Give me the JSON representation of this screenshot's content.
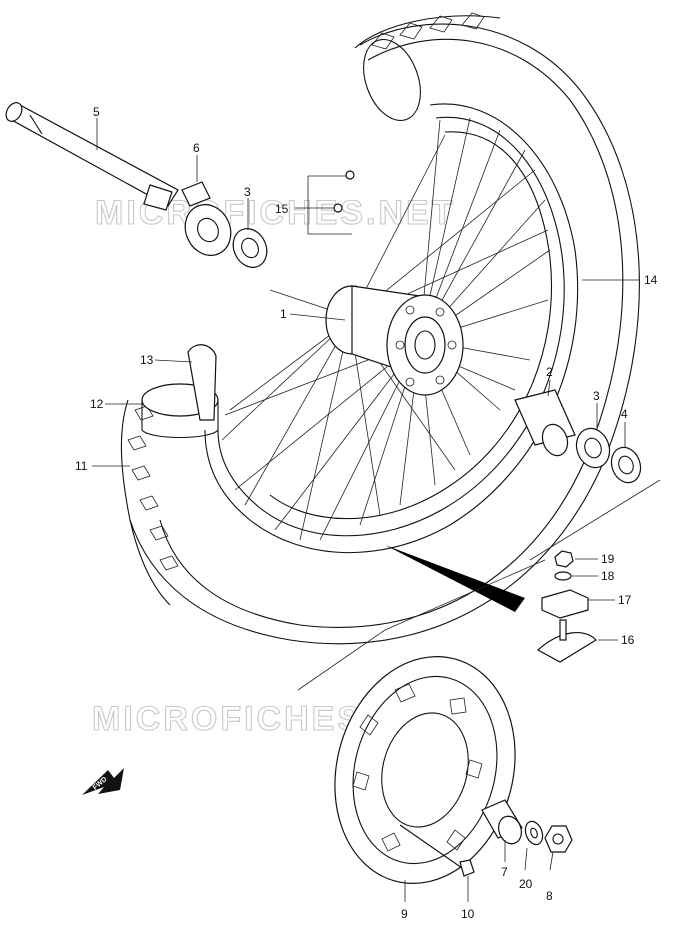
{
  "watermark": "MICROFICHES.NET",
  "fwd_label": "FWD",
  "callouts": {
    "p1": "1",
    "p2": "2",
    "p3a": "3",
    "p3b": "3",
    "p4": "4",
    "p5": "5",
    "p6": "6",
    "p7": "7",
    "p8": "8",
    "p9": "9",
    "p10": "10",
    "p11": "11",
    "p12": "12",
    "p13": "13",
    "p14": "14",
    "p15": "15",
    "p16": "16",
    "p17": "17",
    "p18": "18",
    "p19": "19",
    "p20": "20"
  }
}
